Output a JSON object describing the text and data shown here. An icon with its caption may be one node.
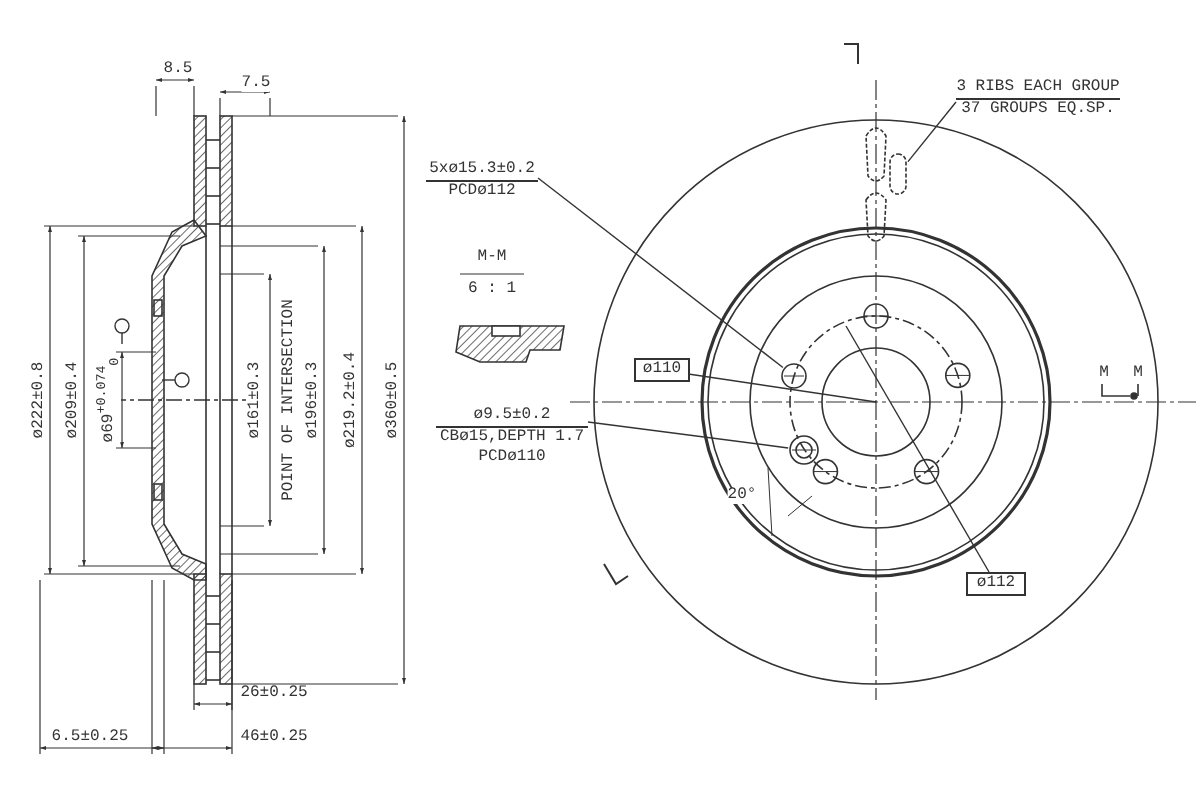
{
  "diagram": {
    "nodes": [
      {
        "text": [
          "5xø15.3±0.2",
          "PCDø112"
        ]
      },
      {
        "text": [],
        "shape": "circle"
      },
      {
        "text": [
          "ø110"
        ]
      },
      {
        "text": [
          "ø9.5±0.2",
          "CBø15,DEPTH 1.7",
          "PCDø110"
        ]
      },
      {
        "text": [],
        "shape": "circle"
      },
      {
        "text": [
          "ø112"
        ]
      },
      {
        "text": [
          "3 RIBS EACH GROUP",
          "37 GROUPS EQ.SP."
        ]
      },
      {
        "text": [],
        "shape": "bar"
      }
    ],
    "edges": [
      {
        "from": 0,
        "to": 1,
        "arrow": "none"
      },
      {
        "from": 2,
        "to": null,
        "arrow": "none"
      },
      {
        "from": 3,
        "to": 4,
        "arrow": "none"
      },
      {
        "from": 5,
        "to": null,
        "arrow": "none"
      },
      {
        "from": 6,
        "to": 7,
        "arrow": "none"
      }
    ],
    "labels": [
      "8.5",
      "7.5",
      "ø222±0.8",
      "ø209±0.4",
      "ø69$^{+0.074}$$_{0}$",
      "ø161±0.3",
      "POINT OF INTERSECTION",
      "ø196±0.3",
      "ø219.2±0.4",
      "ø360±0.5",
      "M-M",
      "6 : 1",
      "20°",
      "M",
      "M",
      "26±0.25",
      "6.5±0.25",
      "46±0.25"
    ]
  }
}
